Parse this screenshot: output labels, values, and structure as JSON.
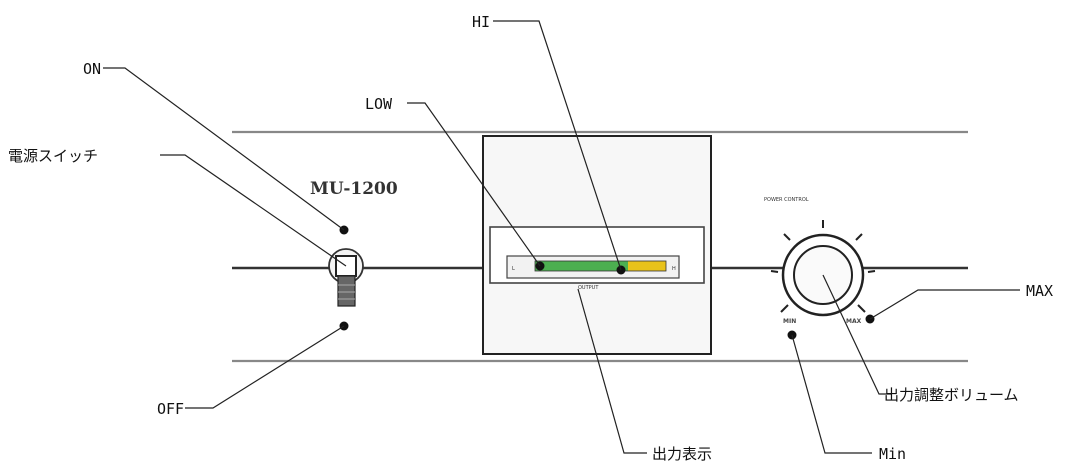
{
  "panel": {
    "model": "MU-1200",
    "meter_scale_left": "L",
    "meter_scale_right": "H",
    "meter_caption": "OUTPUT",
    "power_control_label": "POWER CONTROL",
    "knob_min_label": "MIN",
    "knob_max_label": "MAX"
  },
  "callouts": {
    "on": "ON",
    "power_switch": "電源スイッチ",
    "off": "OFF",
    "low": "LOW",
    "hi": "HI",
    "output_display": "出力表示",
    "max": "MAX",
    "output_volume": "出力調整ボリューム",
    "min": "Min"
  },
  "colors": {
    "line": "#222222",
    "panel_rail": "#888888",
    "meter_green": "#4caf50",
    "meter_yellow": "#e8c21a"
  }
}
